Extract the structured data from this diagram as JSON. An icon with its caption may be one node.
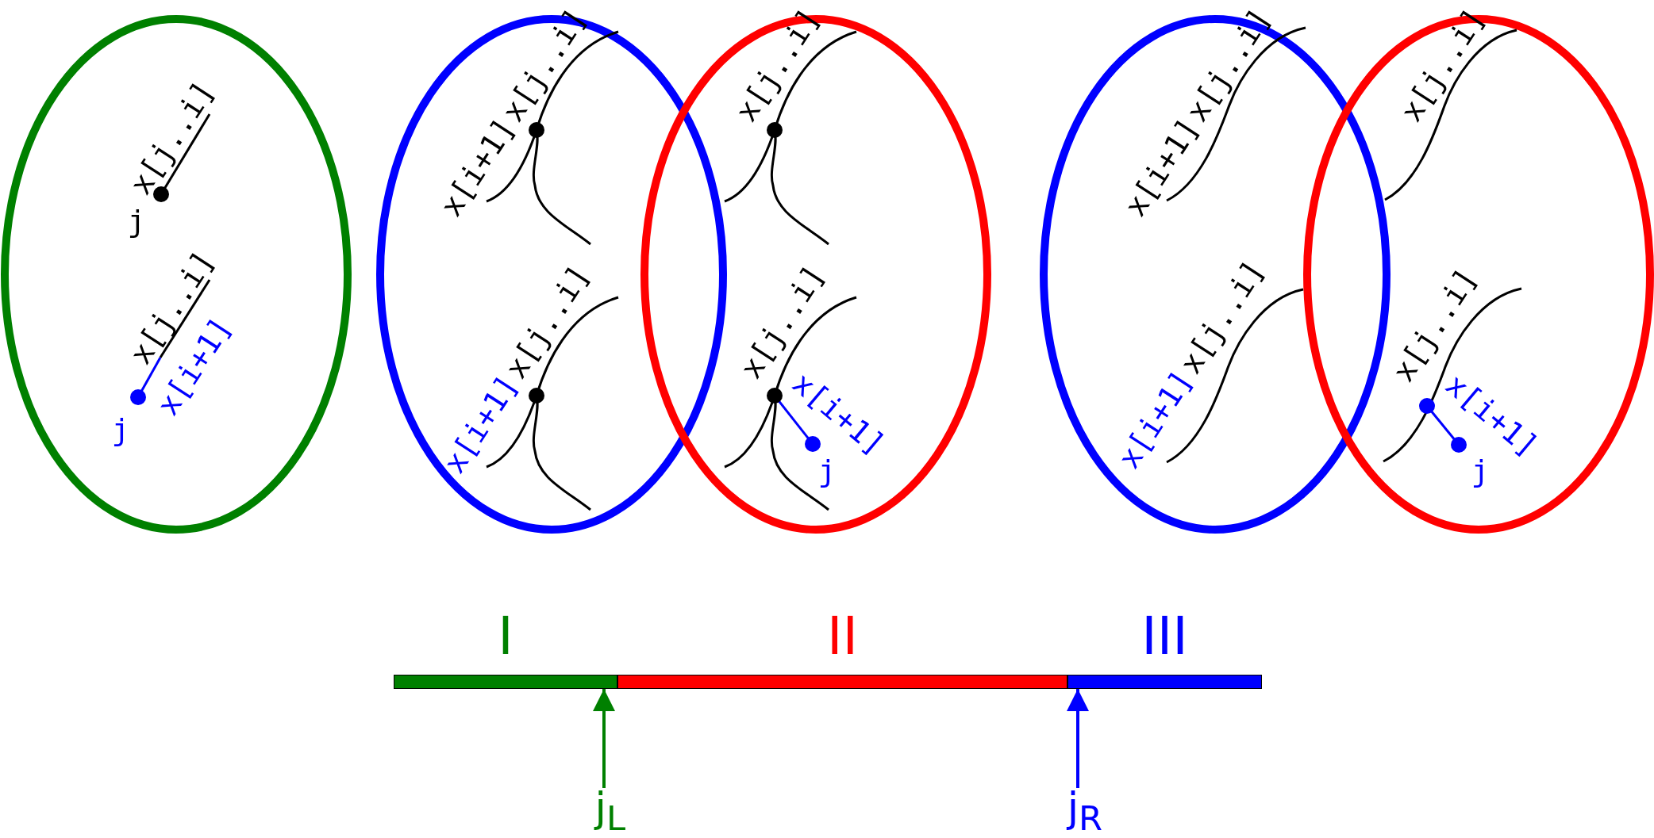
{
  "diagram": {
    "nodes": [
      {
        "text": [],
        "shape": "ellipse"
      },
      {
        "text": [],
        "shape": "ellipse"
      },
      {
        "text": [],
        "shape": "ellipse"
      },
      {
        "text": [],
        "shape": "ellipse"
      },
      {
        "text": [],
        "shape": "ellipse"
      },
      {
        "text": [
          "I"
        ]
      },
      {
        "text": [
          "II"
        ]
      },
      {
        "text": [
          "III"
        ]
      },
      {
        "text": [
          "j$_{L}$"
        ]
      },
      {
        "text": [
          "j$_{R}$"
        ]
      }
    ],
    "edges": [
      {
        "from": 8,
        "to": 5,
        "arrow": "to",
        "color": "#008000"
      },
      {
        "from": 9,
        "to": 7,
        "arrow": "to",
        "color": "#0000ff"
      }
    ],
    "labels": [
      "x[j..i]",
      "j",
      "x[j..i]",
      "x[i+1]",
      "j",
      "x[i+1]",
      "x[j..i]",
      "x[i+1]",
      "x[j..i]",
      "x[j..i]",
      "x[j..i]",
      "x[i+1]",
      "j",
      "x[i+1]",
      "x[j..i]",
      "x[i+1]",
      "x[j..i]",
      "x[j..i]",
      "x[j..i]",
      "x[i+1]",
      "j"
    ]
  }
}
